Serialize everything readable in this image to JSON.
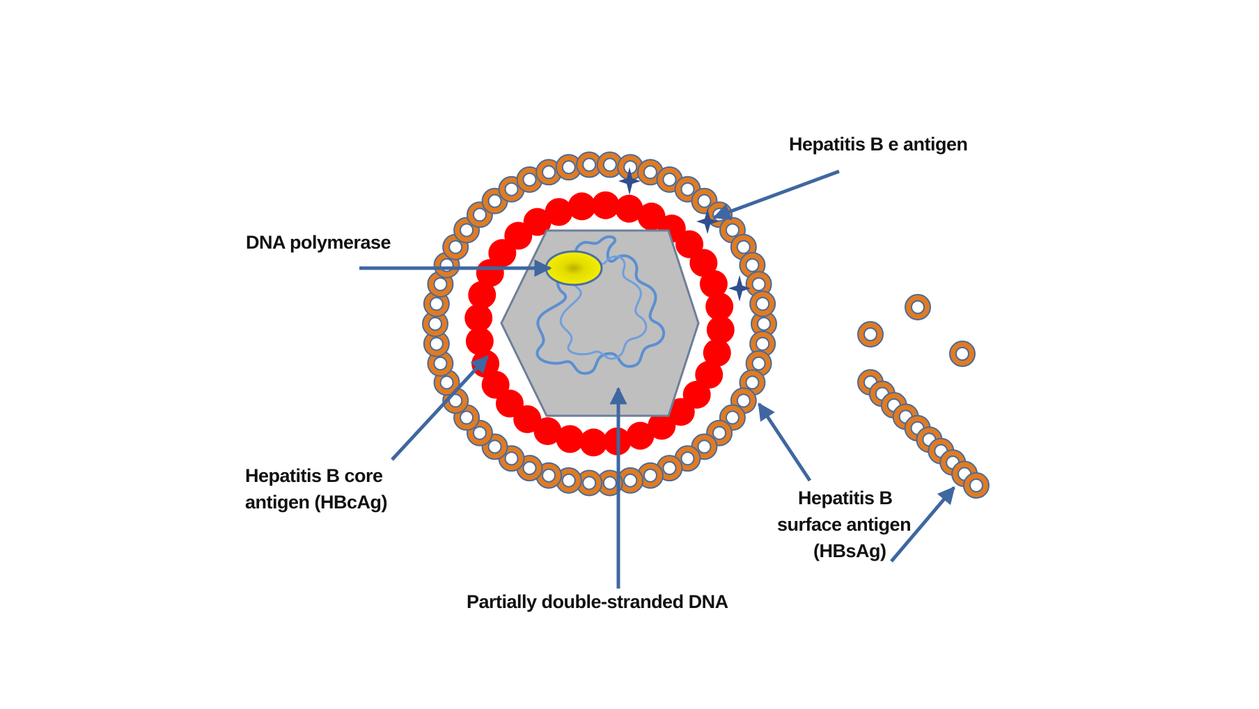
{
  "labels": {
    "e_antigen": "Hepatitis B e antigen",
    "dna_polymerase": "DNA polymerase",
    "core_antigen_line1": "Hepatitis B core",
    "core_antigen_line2": "antigen (HBcAg)",
    "surface_antigen_line1": "Hepatitis B",
    "surface_antigen_line2": "surface antigen",
    "surface_antigen_line3": "(HBsAg)",
    "dna": "Partially double-stranded DNA"
  },
  "colors": {
    "surface_ring": "#e07b22",
    "surface_core": "#ffffff",
    "core_particle": "#ff0000",
    "capsid": "#bfbfbf",
    "capsid_edge": "#6d7f99",
    "dna_strand": "#5b8fd1",
    "polymerase": "#f4ee00",
    "arrow": "#3f67a0",
    "e_antigen_star": "#2f4f8f"
  }
}
